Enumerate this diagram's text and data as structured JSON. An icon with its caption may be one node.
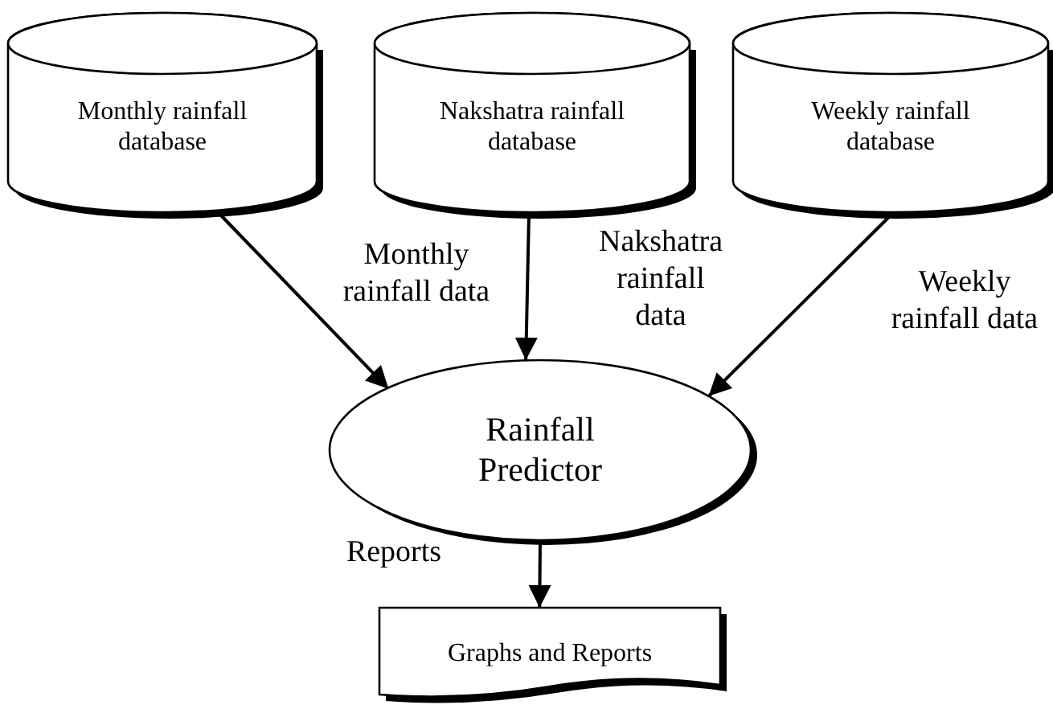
{
  "diagram": {
    "nodes": [
      {
        "text": [
          "Monthly rainfall database"
        ]
      },
      {
        "text": [
          "Nakshatra rainfall database"
        ]
      },
      {
        "text": [
          "Weekly rainfall database"
        ]
      },
      {
        "text": [
          "Rainfall Predictor"
        ]
      },
      {
        "text": [
          "Graphs and Reports"
        ]
      }
    ],
    "edges": [
      {
        "from": 0,
        "to": 3,
        "arrow": "to",
        "label": "Monthly rainfall data"
      },
      {
        "from": 1,
        "to": 3,
        "arrow": "to",
        "label": "Nakshatra rainfall data"
      },
      {
        "from": 2,
        "to": 3,
        "arrow": "to",
        "label": "Weekly rainfall data"
      },
      {
        "from": 3,
        "to": 4,
        "arrow": "to",
        "label": "Reports"
      }
    ]
  }
}
